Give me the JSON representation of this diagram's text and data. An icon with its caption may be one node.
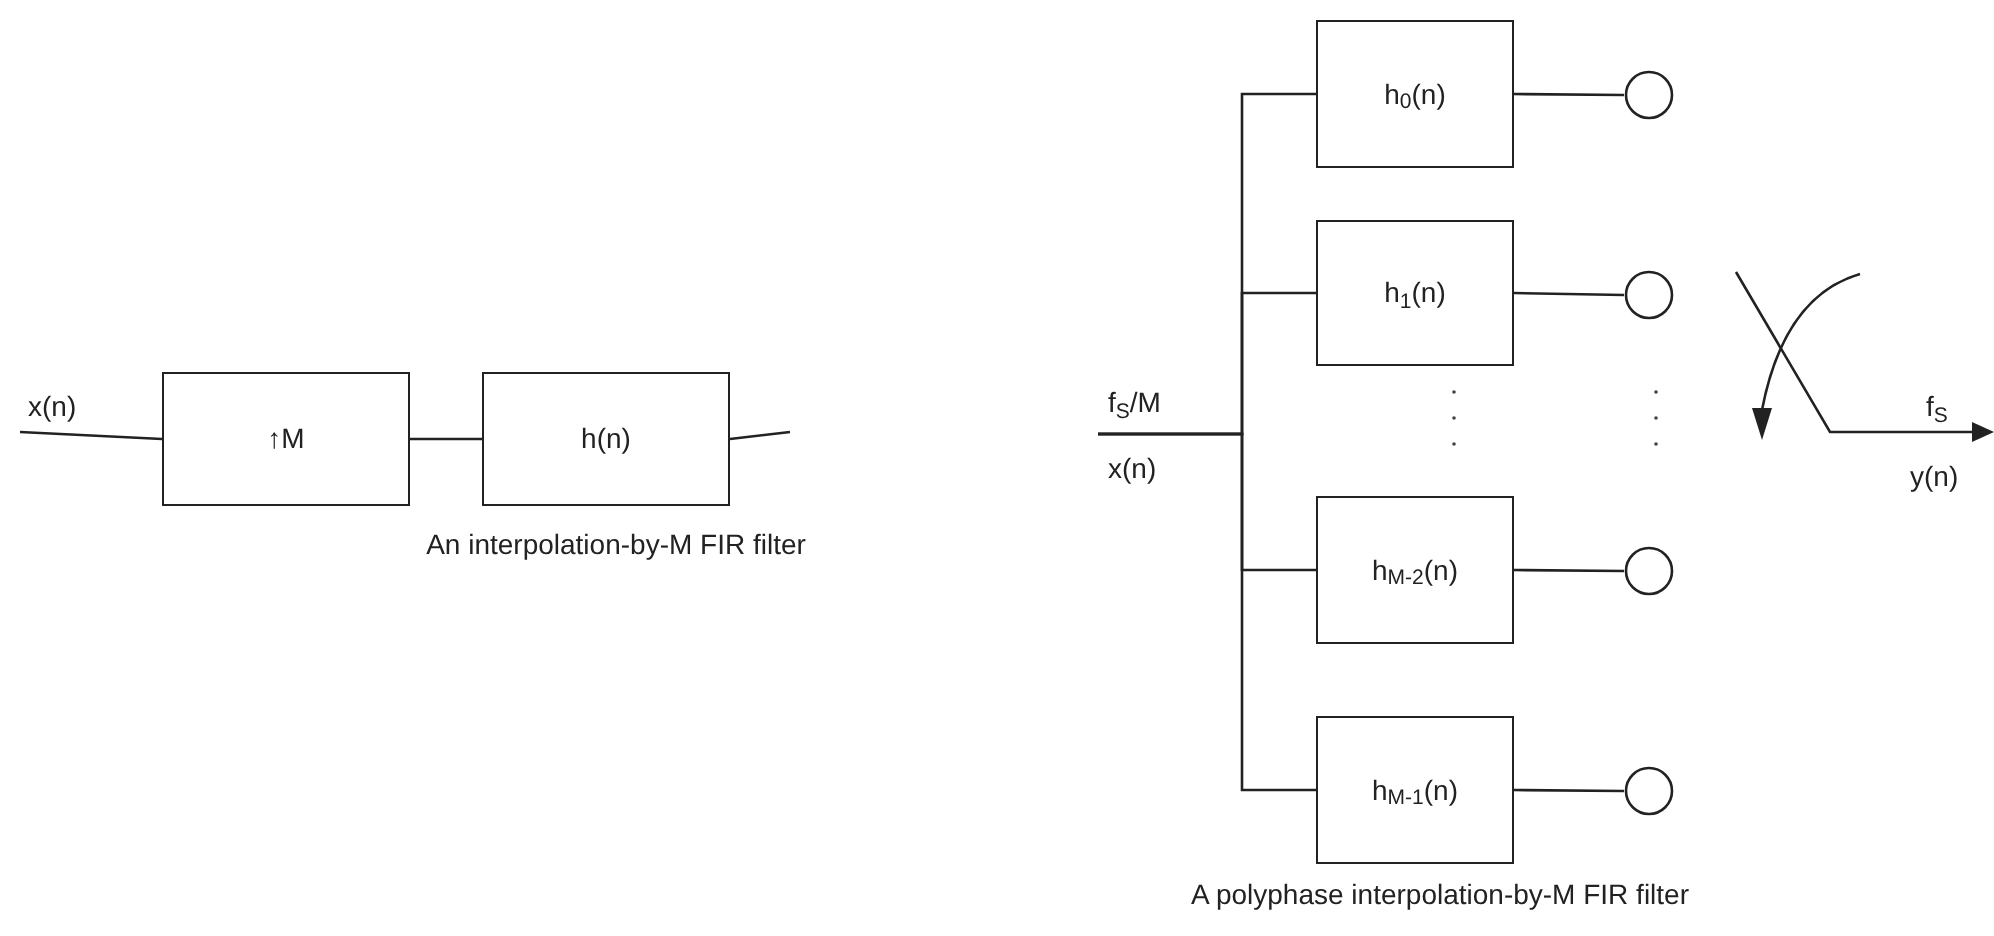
{
  "diagram": {
    "nodes": [
      {
        "text": [
          "↑M"
        ]
      },
      {
        "text": [
          "h(n)"
        ]
      },
      {
        "text": [
          "h$_{0}$(n)"
        ]
      },
      {
        "text": [
          "h$_{1}$(n)"
        ]
      },
      {
        "text": [
          "h$_{M-2}$(n)"
        ]
      },
      {
        "text": [
          "h$_{M-1}$(n)"
        ]
      },
      {
        "text": [],
        "shape": "circle"
      },
      {
        "text": [],
        "shape": "circle"
      },
      {
        "text": [],
        "shape": "circle"
      },
      {
        "text": [],
        "shape": "circle"
      }
    ],
    "edges": [
      {
        "from": null,
        "to": 0,
        "arrow": "none",
        "label": "x(n)"
      },
      {
        "from": 0,
        "to": 1,
        "arrow": "none"
      },
      {
        "from": 1,
        "to": null,
        "arrow": "none"
      },
      {
        "from": null,
        "to": 2,
        "arrow": "none"
      },
      {
        "from": null,
        "to": 3,
        "arrow": "none"
      },
      {
        "from": null,
        "to": 4,
        "arrow": "none"
      },
      {
        "from": null,
        "to": 5,
        "arrow": "none"
      },
      {
        "from": 2,
        "to": 6,
        "arrow": "none"
      },
      {
        "from": 3,
        "to": 7,
        "arrow": "none"
      },
      {
        "from": 4,
        "to": 8,
        "arrow": "none"
      },
      {
        "from": 5,
        "to": 9,
        "arrow": "none"
      }
    ],
    "labels": [
      "An interpolation-by-M FIR filter",
      "f$_{S}$/M",
      "x(n)",
      "f$_{S}$",
      "y(n)",
      "A polyphase interpolation-by-M FIR filter"
    ]
  }
}
